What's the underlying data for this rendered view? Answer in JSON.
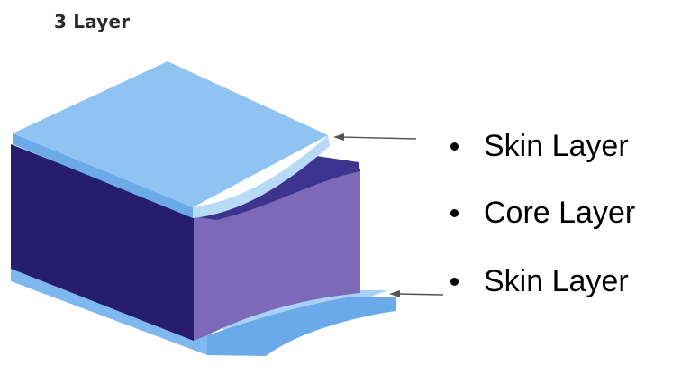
{
  "title": "3 Layer",
  "labels": [
    {
      "text": "Skin Layer"
    },
    {
      "text": "Core Layer"
    },
    {
      "text": "Skin Layer"
    }
  ],
  "colors": {
    "skin_top": "#8fc3f2",
    "skin_edge_light": "#b7daf7",
    "skin_side": "#5fa6e6",
    "core_front": "#261d6e",
    "core_side": "#7c6ab9",
    "core_top": "#3f3390",
    "arrow": "#555555"
  }
}
